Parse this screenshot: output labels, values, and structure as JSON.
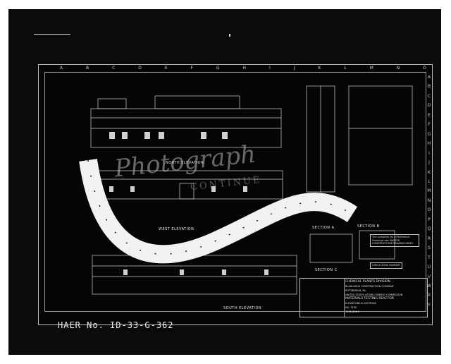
{
  "caption": "HAER No. ID-33-G-362",
  "sheet": {
    "column_letters": [
      "A",
      "B",
      "C",
      "D",
      "E",
      "F",
      "G",
      "H",
      "I",
      "J",
      "K",
      "L",
      "M",
      "N",
      "O"
    ],
    "row_letters": [
      "A",
      "B",
      "C",
      "D",
      "E",
      "F",
      "G",
      "H",
      "I",
      "J",
      "K",
      "L",
      "M",
      "N",
      "O",
      "P",
      "Q",
      "R",
      "S",
      "T",
      "U",
      "V",
      "W",
      "X",
      "Y"
    ],
    "views": {
      "north_elevation": "NORTH ELEVATION",
      "west_elevation": "WEST ELEVATION",
      "south_elevation": "SOUTH ELEVATION",
      "section_a": "SECTION A",
      "section_b": "SECTION B",
      "section_c": "SECTION C"
    },
    "reference_note": "The complete list of Reference Drawings see MASTER CONSTRUCTION DRAWING INDEX",
    "check_box": "CHECK ZONE NUMBER",
    "title_block": {
      "line1": "CHEMICAL PLANTS DIVISION",
      "line2": "BLAW-KNOX CONSTRUCTION COMPANY",
      "line3": "PITTSBURGH, PA.",
      "line4": "UNITED STATES ATOMIC ENERGY COMMISSION",
      "line5": "MATERIALS TESTING REACTOR",
      "line6": "ELEVATIONS & SECTIONS",
      "job_no": "NO. 3150",
      "drawing_no": "3150-606-3"
    }
  },
  "watermark": {
    "script": "Photograph",
    "subtext": "CONTINUE"
  }
}
